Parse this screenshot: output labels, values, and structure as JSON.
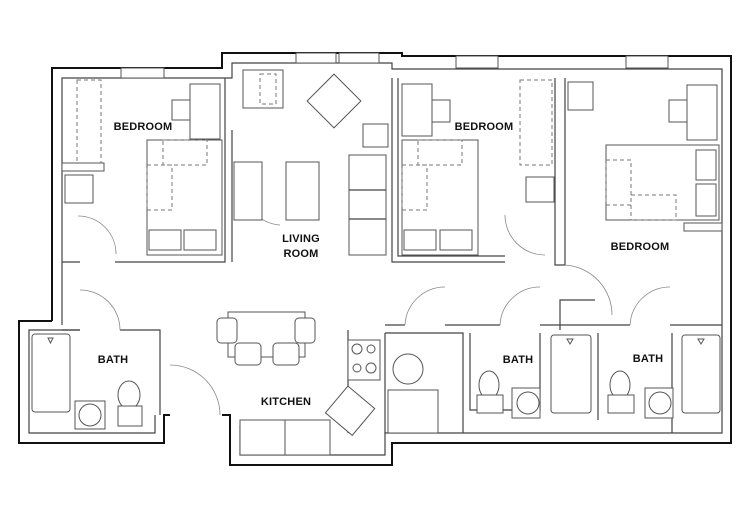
{
  "floor_plan": {
    "rooms": {
      "bedroom_1": "BEDROOM",
      "bedroom_2": "BEDROOM",
      "bedroom_3": "BEDROOM",
      "living_line1": "LIVING",
      "living_line2": "ROOM",
      "bath_1": "BATH",
      "bath_2": "BATH",
      "bath_3": "BATH",
      "kitchen": "KITCHEN"
    },
    "colors": {
      "line": "#111111",
      "background": "#ffffff"
    }
  }
}
